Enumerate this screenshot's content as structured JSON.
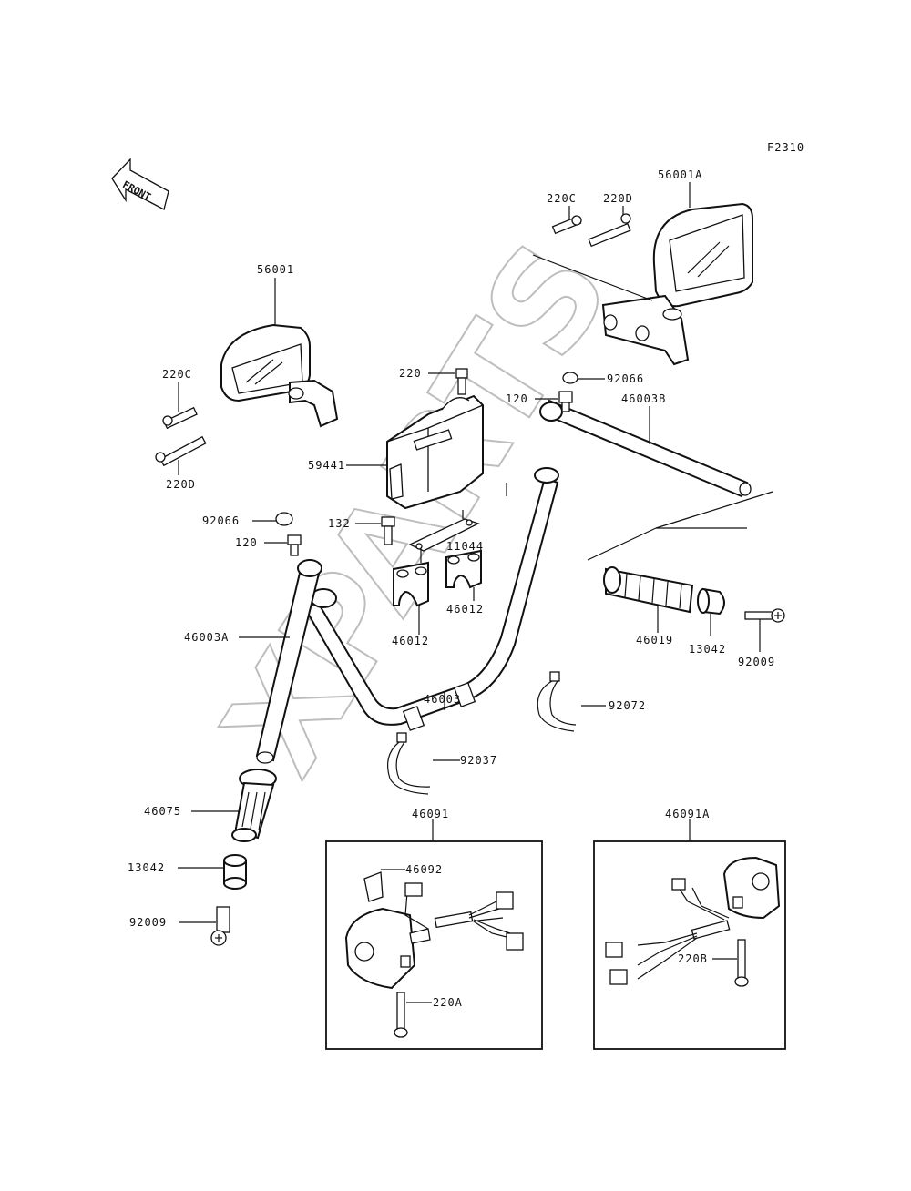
{
  "figure_code": "F2310",
  "front_label": "FRONT",
  "watermark": "XPARTS",
  "labels": {
    "p56001": "56001",
    "p56001A": "56001A",
    "p220C_left": "220C",
    "p220D_left": "220D",
    "p220C_right": "220C",
    "p220D_right": "220D",
    "p220": "220",
    "p59441": "59441",
    "p92066_right": "92066",
    "p120_right": "120",
    "p46003B": "46003B",
    "p132": "132",
    "p11044": "11044",
    "p92066_left": "92066",
    "p120_left": "120",
    "p46012_a": "46012",
    "p46012_b": "46012",
    "p46003A": "46003A",
    "p46003": "46003",
    "p46019": "46019",
    "p13042_right": "13042",
    "p92009_right": "92009",
    "p92072": "92072",
    "p92037": "92037",
    "p46075": "46075",
    "p13042_left": "13042",
    "p92009_left": "92009",
    "p46091": "46091",
    "p46092": "46092",
    "p220A": "220A",
    "p46091A": "46091A",
    "p220B": "220B"
  }
}
